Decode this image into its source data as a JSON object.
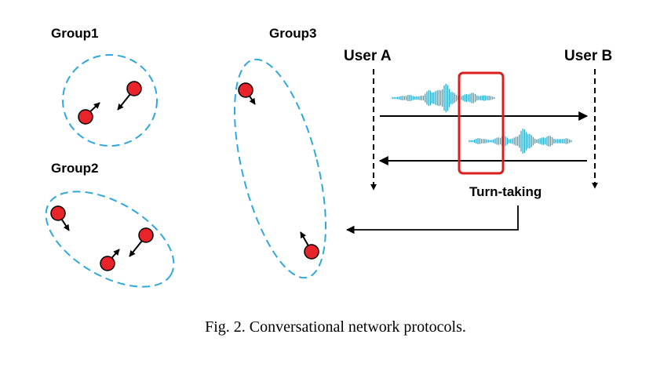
{
  "groups": [
    {
      "label": "Group1"
    },
    {
      "label": "Group2"
    },
    {
      "label": "Group3"
    }
  ],
  "users": {
    "a": "User A",
    "b": "User B"
  },
  "turn_taking_label": "Turn-taking",
  "caption": "Fig. 2.  Conversational network protocols.",
  "colors": {
    "group_outline": "#2ea8df",
    "person_node": "#e8242a",
    "waveform": "#2aa8c8",
    "highlight_box": "#d81e1e"
  }
}
